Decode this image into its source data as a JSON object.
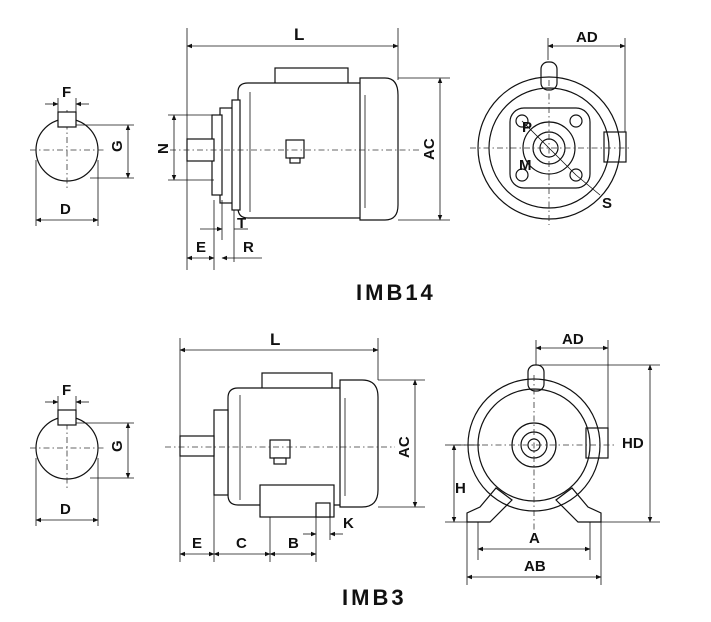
{
  "views": {
    "imb14": {
      "title": "IMB14",
      "labels": {
        "F": "F",
        "G": "G",
        "D": "D",
        "L": "L",
        "N": "N",
        "AC": "AC",
        "T": "T",
        "E": "E",
        "R": "R",
        "AD": "AD",
        "P": "P",
        "M": "M",
        "S": "S"
      }
    },
    "imb3": {
      "title": "IMB3",
      "labels": {
        "F": "F",
        "G": "G",
        "D": "D",
        "L": "L",
        "AC": "AC",
        "E": "E",
        "C": "C",
        "B": "B",
        "K": "K",
        "AD": "AD",
        "HD": "HD",
        "H": "H",
        "A": "A",
        "AB": "AB"
      }
    }
  }
}
